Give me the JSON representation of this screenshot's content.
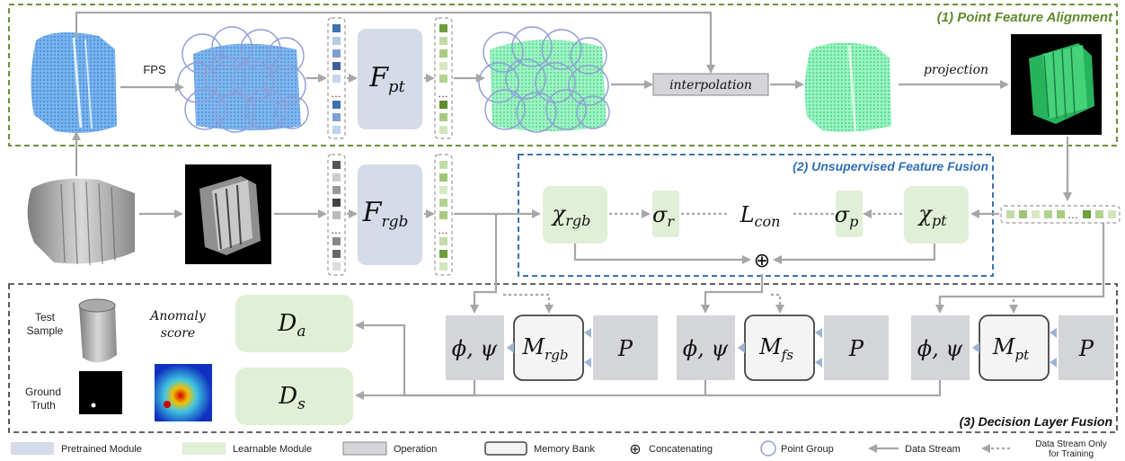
{
  "sections": {
    "point_feature_alignment": "(1)  Point Feature Alignment",
    "unsupervised_feature_fusion": "(2) Unsupervised Feature Fusion",
    "decision_layer_fusion": "(3) Decision Layer Fusion"
  },
  "labels": {
    "fps": "FPS",
    "interpolation": "interpolation",
    "projection": "projection",
    "f_pt_main": "F",
    "f_pt_sub": "pt",
    "f_rgb_main": "F",
    "f_rgb_sub": "rgb",
    "chi_rgb_main": "χ",
    "chi_rgb_sub": "rgb",
    "chi_pt_main": "χ",
    "chi_pt_sub": "pt",
    "sigma_r_main": "σ",
    "sigma_r_sub": "r",
    "sigma_p_main": "σ",
    "sigma_p_sub": "p",
    "l_con_main": "L",
    "l_con_sub": "con",
    "concat": "⊕",
    "phi_psi": "ϕ, ψ",
    "m_rgb_main": "M",
    "m_rgb_sub": "rgb",
    "m_fs_main": "M",
    "m_fs_sub": "fs",
    "m_pt_main": "M",
    "m_pt_sub": "pt",
    "p_label": "P",
    "d_a_main": "D",
    "d_a_sub": "a",
    "d_s_main": "D",
    "d_s_sub": "s",
    "test_sample_1": "Test",
    "test_sample_2": "Sample",
    "anomaly_1": "Anomaly",
    "anomaly_2": "score",
    "ground_truth_1": "Ground",
    "ground_truth_2": "Truth",
    "dots": "…"
  },
  "legend": {
    "pretrained": "Pretrained Module",
    "learnable": "Learnable Module",
    "operation": "Operation",
    "memory_bank": "Memory Bank",
    "concatenating": "Concatenating",
    "point_group": "Point Group",
    "data_stream": "Data Stream",
    "data_stream_training_1": "Data Stream Only",
    "data_stream_training_2": "for Training"
  },
  "colors": {
    "green_dash": "#6e8f3a",
    "blue_dash": "#3b73b5",
    "pretrained": "#d5dbe8",
    "learnable": "#e0efd6",
    "operation": "#d4d5d8",
    "arrow": "#a6a6a6"
  }
}
